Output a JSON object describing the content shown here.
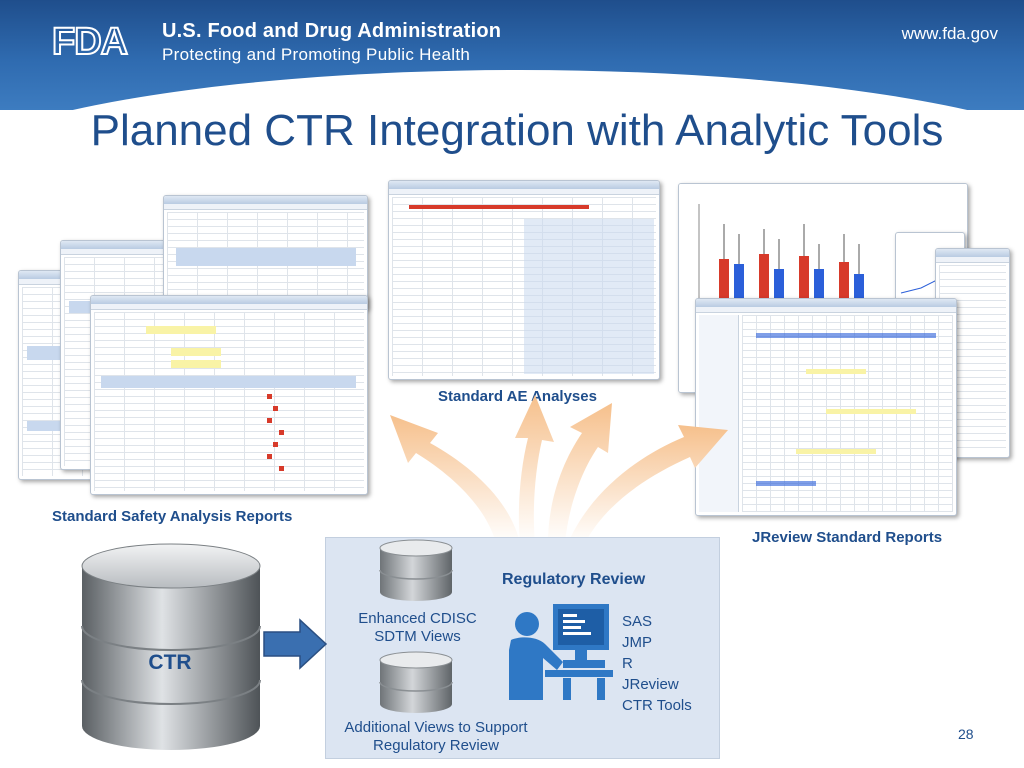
{
  "header": {
    "logo_text": "FDA",
    "agency_name": "U.S. Food and Drug Administration",
    "agency_tagline": "Protecting and Promoting Public Health",
    "website": "www.fda.gov"
  },
  "slide": {
    "title": "Planned CTR Integration with Analytic Tools",
    "page_number": "28"
  },
  "captions": {
    "safety_reports": "Standard Safety Analysis Reports",
    "ae_analyses": "Standard AE Analyses",
    "jreview_reports": "JReview Standard Reports"
  },
  "review_panel": {
    "title": "Regulatory Review",
    "enhanced_views": [
      "Enhanced CDISC",
      "SDTM Views"
    ],
    "additional_views": [
      "Additional Views to Support",
      "Regulatory Review"
    ],
    "tools": [
      "SAS",
      "JMP",
      "R",
      "JReview",
      "CTR Tools"
    ]
  },
  "ctr": {
    "label": "CTR"
  },
  "colors": {
    "title_blue": "#1f4e8c",
    "header_blue": "#2f6bb0",
    "panel_bg": "#dce5f2",
    "arrow_orange": "#f6c08c",
    "reviewer_blue": "#2f78c5"
  }
}
